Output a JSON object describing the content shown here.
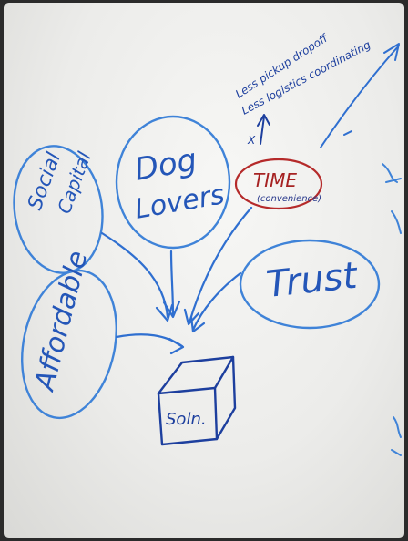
{
  "nodes": {
    "social_capital": {
      "line1": "Social",
      "line2": "Capital"
    },
    "dog_lovers": {
      "line1": "Dog",
      "line2": "Lovers"
    },
    "time": {
      "line1": "TIME",
      "line2": "(convenience)"
    },
    "affordable": {
      "label": "Affordable"
    },
    "trust": {
      "label": "Trust"
    },
    "solution": {
      "label": "Soln."
    }
  },
  "notes": {
    "line1": "Less pickup dropoff",
    "line2": "Less logistics coordinating",
    "mark": "X"
  },
  "colors": {
    "blue_ink": "#2f6fd0",
    "dark_blue_ink": "#1d3f9e",
    "red_ink": "#b52a2a"
  }
}
